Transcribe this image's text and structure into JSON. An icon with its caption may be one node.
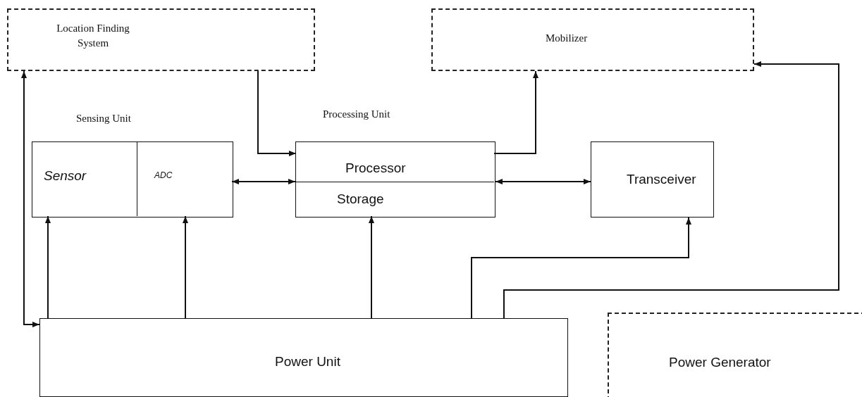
{
  "diagram": {
    "nodes": [
      {
        "text": [
          "Location Finding System"
        ]
      },
      {
        "text": [
          "Mobilizer"
        ]
      },
      {
        "text": [
          "Sensing Unit"
        ]
      },
      {
        "text": [
          "Sensor"
        ],
        "in": 2
      },
      {
        "text": [
          "ADC"
        ],
        "in": 2
      },
      {
        "text": [
          "Processing Unit"
        ]
      },
      {
        "text": [
          "Processor"
        ],
        "in": 5
      },
      {
        "text": [
          "Storage"
        ],
        "in": 5
      },
      {
        "text": [
          "Transceiver"
        ]
      },
      {
        "text": [
          "Power Unit"
        ]
      },
      {
        "text": [
          "Power Generator"
        ]
      }
    ],
    "edges": [
      {
        "from": 0,
        "to": 6,
        "arrow": "to"
      },
      {
        "from": 6,
        "to": 1,
        "arrow": "to"
      },
      {
        "from": 4,
        "to": 5,
        "arrow": "both"
      },
      {
        "from": 5,
        "to": 8,
        "arrow": "both"
      },
      {
        "from": 9,
        "to": 3,
        "arrow": "to"
      },
      {
        "from": 9,
        "to": 4,
        "arrow": "to"
      },
      {
        "from": 9,
        "to": 7,
        "arrow": "to"
      },
      {
        "from": 9,
        "to": 0,
        "arrow": "both"
      },
      {
        "from": 9,
        "to": 8,
        "arrow": "to"
      },
      {
        "from": 9,
        "to": 1,
        "arrow": "to"
      }
    ]
  }
}
